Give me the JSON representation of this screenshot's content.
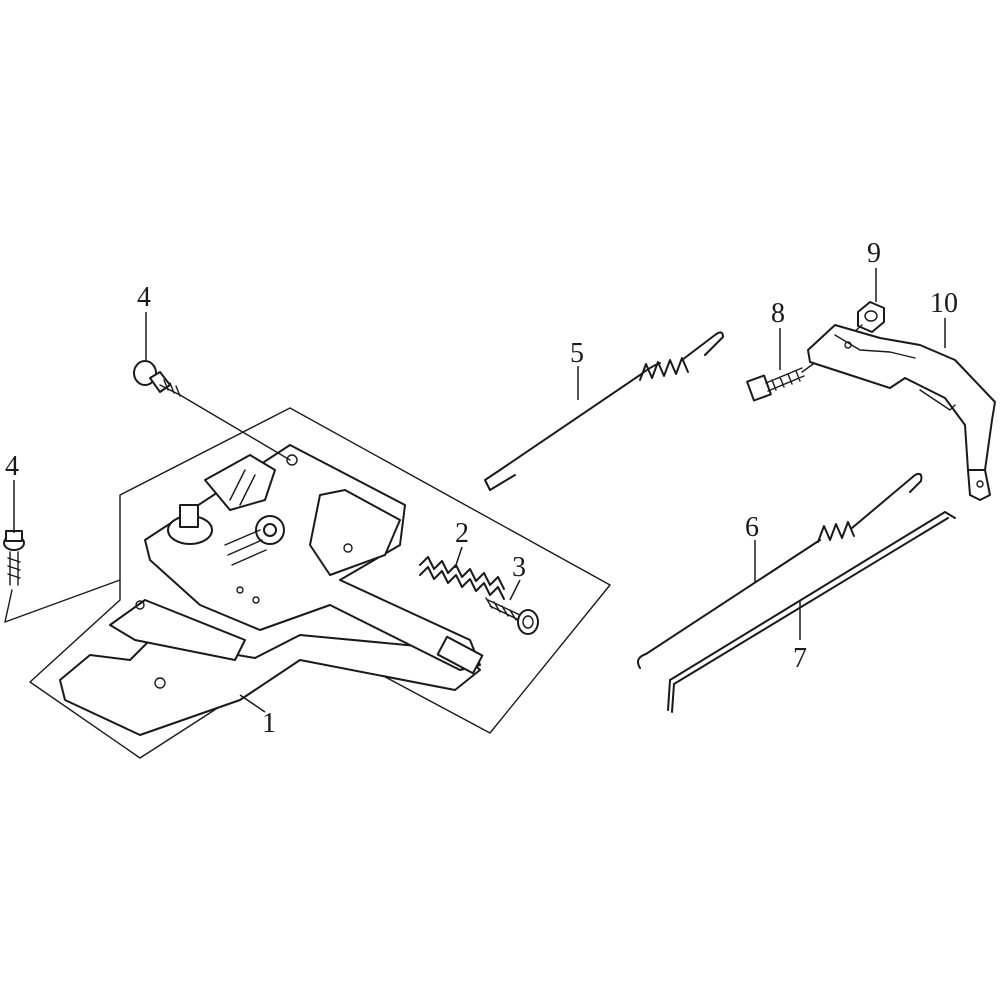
{
  "callouts": [
    {
      "id": "1",
      "label": "1"
    },
    {
      "id": "2",
      "label": "2"
    },
    {
      "id": "3",
      "label": "3"
    },
    {
      "id": "4a",
      "label": "4"
    },
    {
      "id": "4b",
      "label": "4"
    },
    {
      "id": "5",
      "label": "5"
    },
    {
      "id": "6",
      "label": "6"
    },
    {
      "id": "7",
      "label": "7"
    },
    {
      "id": "8",
      "label": "8"
    },
    {
      "id": "9",
      "label": "9"
    },
    {
      "id": "10",
      "label": "10"
    }
  ]
}
